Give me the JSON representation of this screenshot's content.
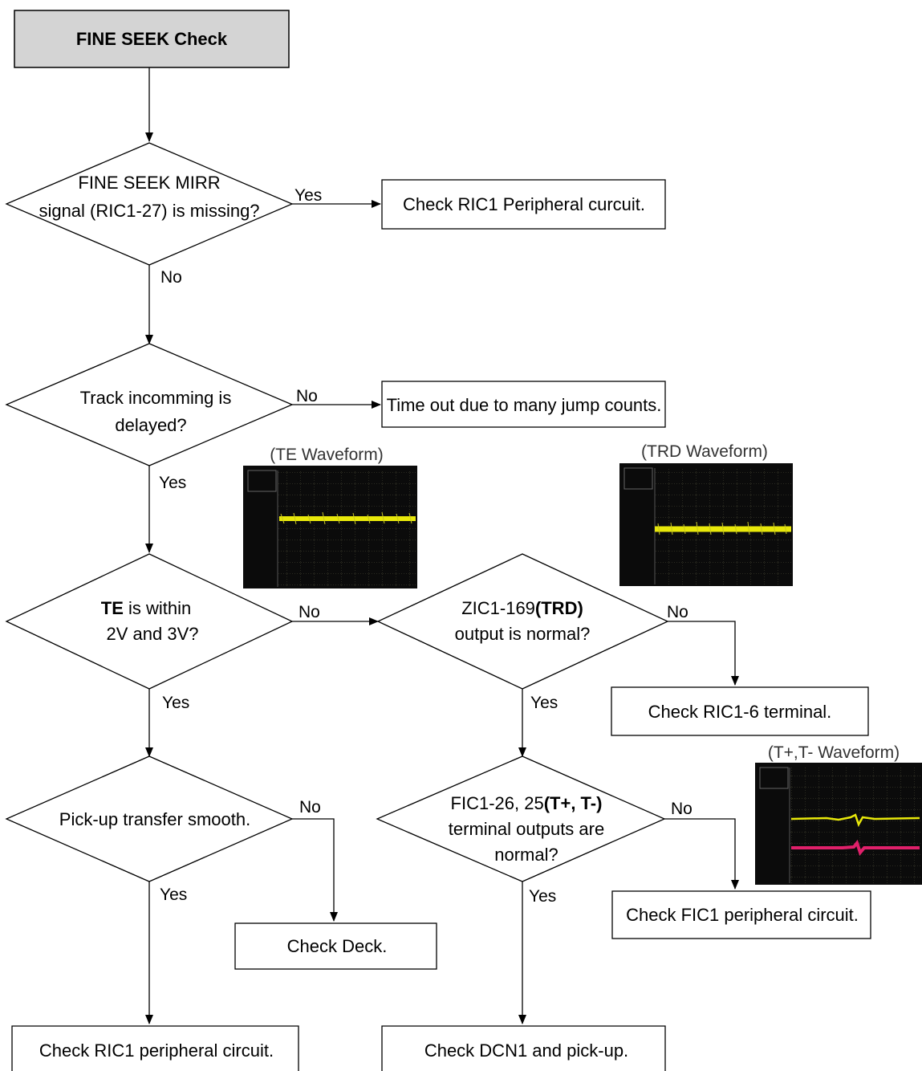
{
  "title": "FINE SEEK Check",
  "decisions": {
    "d1": {
      "line1": "FINE SEEK MIRR",
      "line2": "signal (RIC1-27) is missing?"
    },
    "d2": {
      "line1": "Track incomming is",
      "line2": "delayed?"
    },
    "d3": {
      "line1_bold": "TE",
      "line1_rest": " is within",
      "line2": "2V and 3V?"
    },
    "d4": {
      "line1_pre": "ZIC1-169",
      "line1_bold": "(TRD)",
      "line2": "output is normal?"
    },
    "d5": {
      "line1": "Pick-up transfer smooth."
    },
    "d6": {
      "line1_pre": "FIC1-26, 25",
      "line1_bold": "(T+, T-)",
      "line2": "terminal outputs are",
      "line3": "normal?"
    }
  },
  "actions": {
    "a1": "Check RIC1 Peripheral curcuit.",
    "a2": "Time out due to many jump counts.",
    "a3": "Check RIC1-6 terminal.",
    "a4": "Check Deck.",
    "a5": "Check FIC1 peripheral circuit.",
    "a6": "Check RIC1 peripheral circuit.",
    "a7": "Check DCN1 and pick-up."
  },
  "edges": {
    "d1_right": "Yes",
    "d1_down": "No",
    "d2_right": "No",
    "d2_down": "Yes",
    "d3_right": "No",
    "d3_down": "Yes",
    "d4_right": "No",
    "d4_down": "Yes",
    "d5_right": "No",
    "d5_down": "Yes",
    "d6_right": "No",
    "d6_down": "Yes"
  },
  "waveforms": {
    "te": "(TE Waveform)",
    "trd": "(TRD Waveform)",
    "tpm": "(T+,T- Waveform)"
  },
  "colors": {
    "title_fill": "#d4d4d4",
    "scope_bg": "#0b0b0b",
    "scope_grid": "#3a3a2a",
    "trace_yellow": "#e8e80a",
    "trace_magenta": "#e0206a"
  }
}
